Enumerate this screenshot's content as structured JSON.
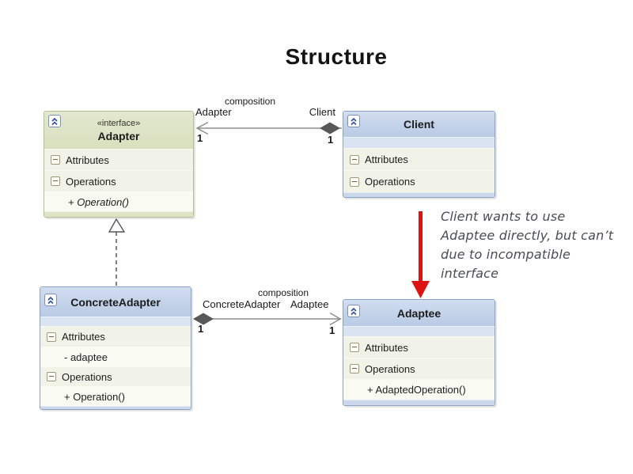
{
  "title": "Structure",
  "colors": {
    "red_arrow": "#dd1512",
    "connector_line": "#8e8e8e",
    "diamond_fill": "#585858",
    "blue_header": "#c3d2e9",
    "green_header": "#dde3c6",
    "row_background": "#f1f2e8"
  },
  "icons": {
    "expander": "double-chevron-up",
    "section_toggle": "minus-box"
  },
  "classes": {
    "adapter": {
      "stereotype": "«interface»",
      "name": "Adapter",
      "attributes_label": "Attributes",
      "operations_label": "Operations",
      "operation": "+ Operation()"
    },
    "client": {
      "name": "Client",
      "attributes_label": "Attributes",
      "operations_label": "Operations"
    },
    "concrete_adapter": {
      "name": "ConcreteAdapter",
      "attributes_label": "Attributes",
      "attribute": "- adaptee",
      "operations_label": "Operations",
      "operation": "+ Operation()"
    },
    "adaptee": {
      "name": "Adaptee",
      "attributes_label": "Attributes",
      "operations_label": "Operations",
      "operation": "+ AdaptedOperation()"
    }
  },
  "associations": {
    "adapter_client": {
      "label": "composition",
      "left_role": "Adapter",
      "right_role": "Client",
      "left_multiplicity": "1",
      "right_multiplicity": "1"
    },
    "concrete_adaptee": {
      "label": "composition",
      "left_role": "ConcreteAdapter",
      "right_role": "Adaptee",
      "left_multiplicity": "1",
      "right_multiplicity": "1"
    }
  },
  "annotation": {
    "lines": [
      "Client wants to use",
      "Adaptee directly, but can’t",
      "due to incompatible",
      "interface"
    ]
  }
}
